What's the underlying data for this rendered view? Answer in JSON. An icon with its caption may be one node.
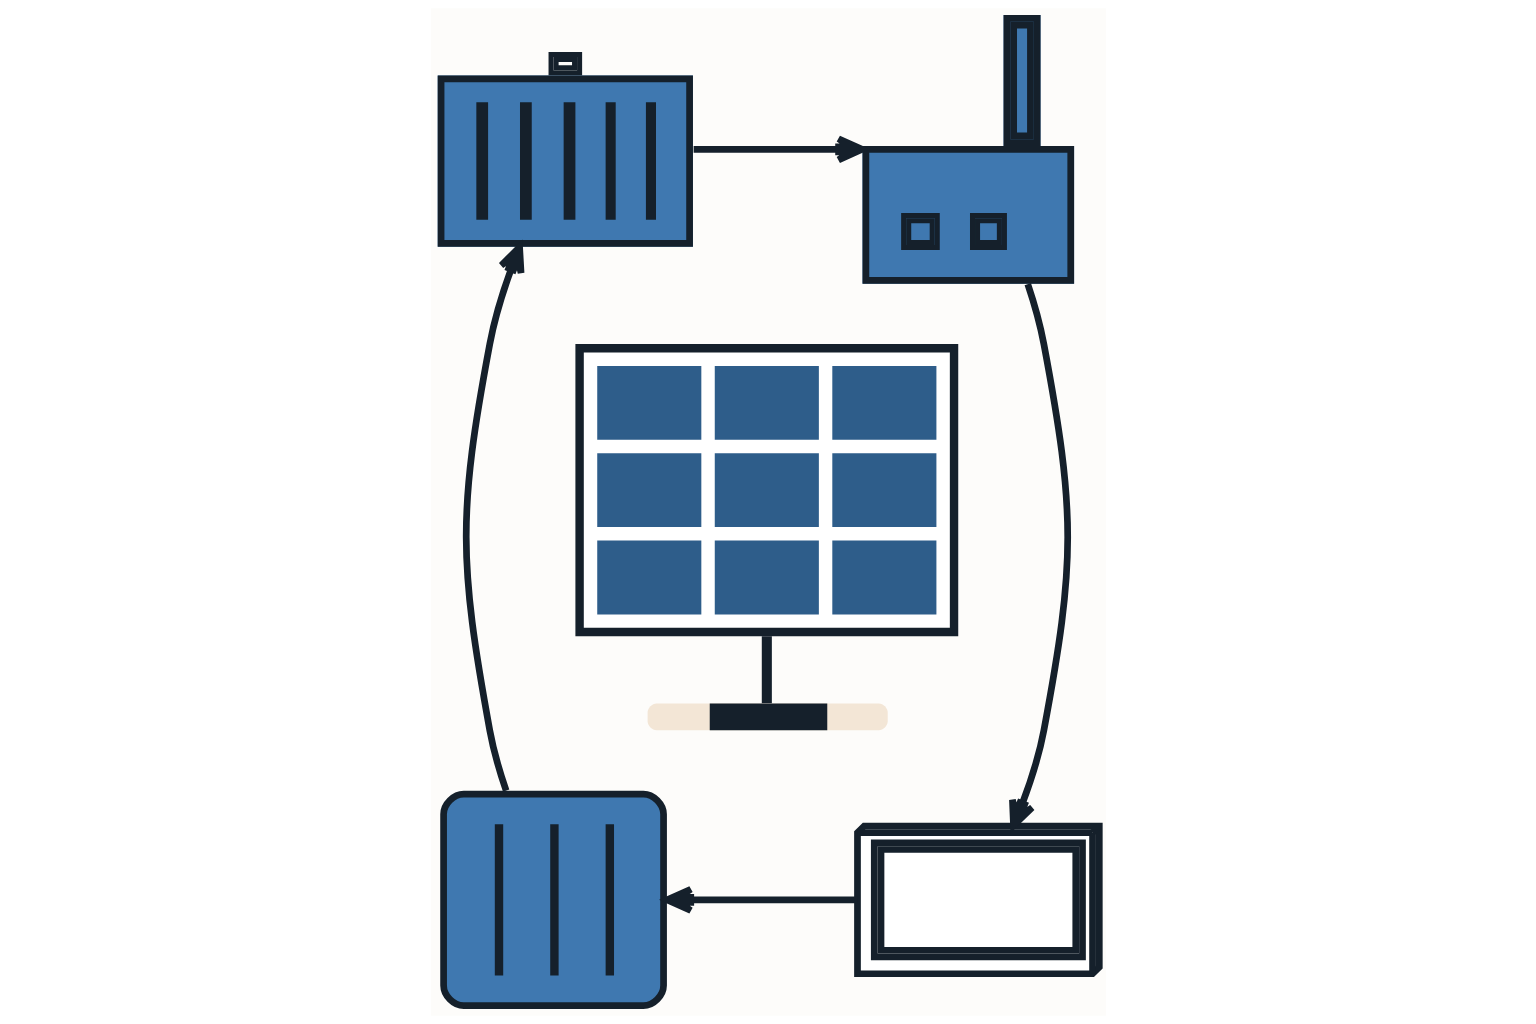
{
  "diagram": {
    "nodes": [
      {
        "text": [],
        "shape": "picture"
      },
      {
        "text": [],
        "shape": "picture"
      },
      {
        "text": [],
        "shape": "picture"
      },
      {
        "text": [],
        "shape": "picture"
      },
      {
        "text": [],
        "shape": "picture"
      }
    ],
    "edges": [
      {
        "from": 0,
        "to": 1,
        "arrow": "to"
      },
      {
        "from": 1,
        "to": 4,
        "arrow": "to"
      },
      {
        "from": 4,
        "to": 3,
        "arrow": "to"
      },
      {
        "from": 3,
        "to": 0,
        "arrow": "to"
      }
    ]
  }
}
